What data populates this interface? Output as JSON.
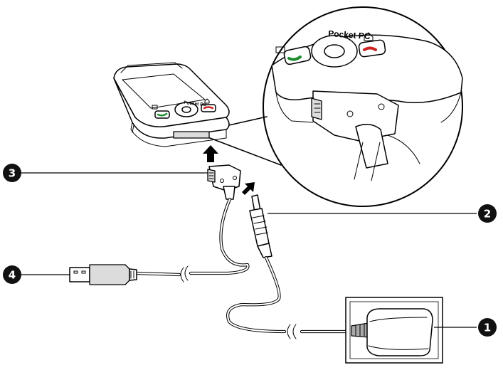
{
  "device": {
    "brand_label": "Pocket PC"
  },
  "callouts": [
    {
      "id": "adapter",
      "number": "1",
      "glyph": "➊"
    },
    {
      "id": "dc-plug",
      "number": "2",
      "glyph": "➋"
    },
    {
      "id": "sync-connector",
      "number": "3",
      "glyph": "➌"
    },
    {
      "id": "usb-plug",
      "number": "4",
      "glyph": "➍"
    }
  ],
  "colors": {
    "line": "#000000",
    "badge": "#111111",
    "call_button": "#1e8c2e",
    "end_button": "#cc2222",
    "background": "#ffffff"
  }
}
